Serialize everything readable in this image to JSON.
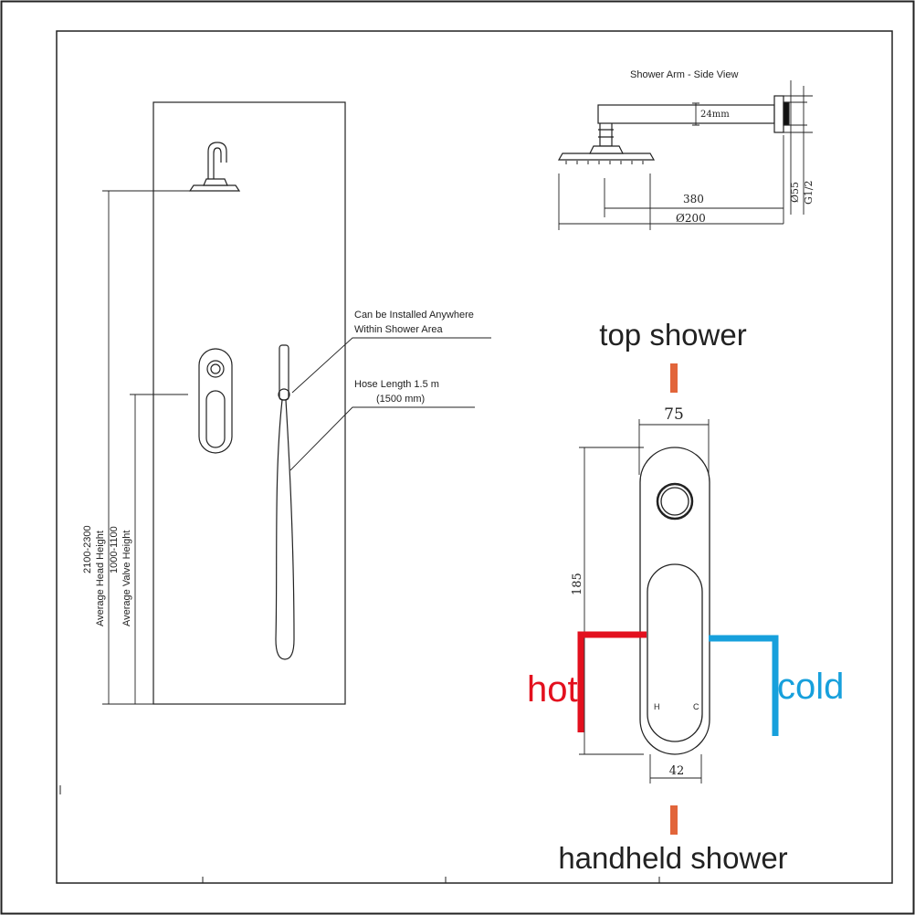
{
  "colors": {
    "line": "#222222",
    "hot": "#e3101e",
    "cold": "#17a0dc",
    "accent": "#e2653a"
  },
  "side_view": {
    "title": "Shower Arm - Side View",
    "arm_thickness": "24mm",
    "arm_length": "380",
    "head_diameter": "Ø200",
    "flange_diameter": "Ø55",
    "thread": "G1/2"
  },
  "elevation": {
    "head_height": "2100-2300",
    "head_height_label": "Average Head Height",
    "valve_height": "1000-1100",
    "valve_height_label": "Average Valve Height",
    "install_note_1": "Can be Installed Anywhere",
    "install_note_2": "Within Shower Area",
    "hose_note_1": "Hose Length 1.5 m",
    "hose_note_2": "(1500 mm)"
  },
  "valve_detail": {
    "top_label": "top shower",
    "bottom_label": "handheld shower",
    "hot_label": "hot",
    "cold_label": "cold",
    "width": "75",
    "height": "185",
    "base_width": "42"
  }
}
